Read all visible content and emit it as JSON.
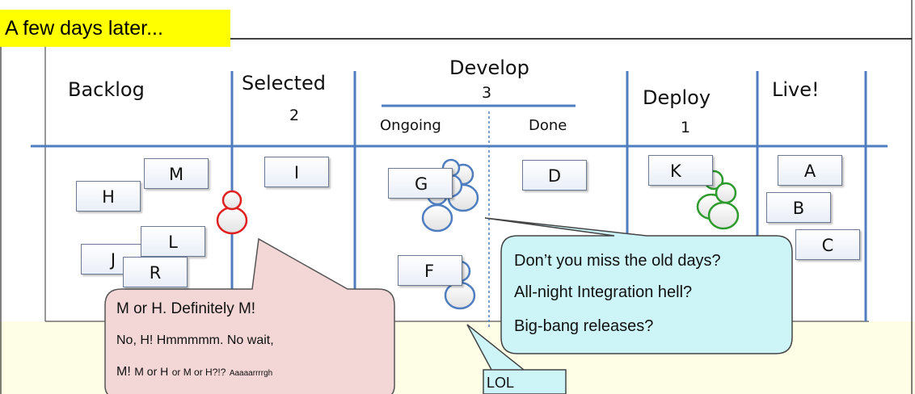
{
  "banner": {
    "text": "A few days later..."
  },
  "columns": {
    "backlog": {
      "title": "Backlog"
    },
    "selected": {
      "title": "Selected",
      "limit": "2"
    },
    "develop": {
      "title": "Develop",
      "limit": "3",
      "ongoing": "Ongoing",
      "done": "Done"
    },
    "deploy": {
      "title": "Deploy",
      "limit": "1"
    },
    "live": {
      "title": "Live!"
    }
  },
  "cards": {
    "backlog": [
      "H",
      "M",
      "J",
      "L",
      "R"
    ],
    "selected": [
      "I"
    ],
    "develop_ongoing": [
      "G",
      "F"
    ],
    "develop_done": [
      "D"
    ],
    "deploy": [
      "K"
    ],
    "live": [
      "A",
      "B",
      "C"
    ]
  },
  "bubbles": {
    "red": {
      "line1": "M or H. Definitely M!",
      "line2": "No, H! Hmmmmm. No wait,",
      "line3a": "M!",
      "line3b": "M or H",
      "line3c": "or M or H?!?",
      "line3d": "Aaaaarrrrgh"
    },
    "blue": {
      "line1": "Don’t you miss the old days?",
      "line2": "All-night Integration hell?",
      "line3": "Big-bang releases?"
    },
    "lol": {
      "text": "LOL"
    }
  },
  "colors": {
    "banner": "#ffff00",
    "board_lines": "#4f7ec0",
    "bubble_red": "#f3d6d6",
    "bubble_blue": "#cdf5f8",
    "floor": "#fefde6",
    "person_red": "#e02020",
    "person_blue": "#4f7ec0",
    "person_green": "#2e9b2e"
  },
  "icons": [
    "person-red-icon",
    "person-blue-icon",
    "person-green-icon"
  ]
}
